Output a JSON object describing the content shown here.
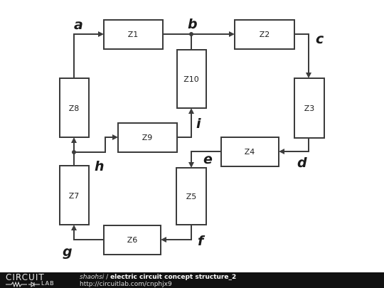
{
  "boxes": {
    "z1": "Z1",
    "z2": "Z2",
    "z3": "Z3",
    "z4": "Z4",
    "z5": "Z5",
    "z6": "Z6",
    "z7": "Z7",
    "z8": "Z8",
    "z9": "Z9",
    "z10": "Z10"
  },
  "nodes": {
    "a": "a",
    "b": "b",
    "c": "c",
    "d": "d",
    "e": "e",
    "f": "f",
    "g": "g",
    "h": "h",
    "i": "i"
  },
  "footer": {
    "logo_top": "CIRCUIT",
    "logo_bottom": "LAB",
    "author": "shaohsi",
    "separator": " / ",
    "title": "electric circuit concept structure_2",
    "url": "http://circuitlab.com/cnphjx9"
  },
  "colors": {
    "line": "#3c3c3c",
    "footer_bg": "#111111"
  }
}
